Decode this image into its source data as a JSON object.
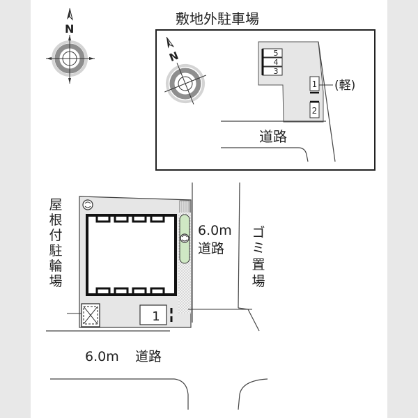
{
  "offsite_parking": {
    "title": "敷地外駐車場",
    "spaces": [
      "5",
      "4",
      "3"
    ],
    "kei_spaces": [
      "1",
      "2"
    ],
    "kei_label": "(軽)",
    "road_label": "道路"
  },
  "compass": {
    "north_label": "N"
  },
  "site": {
    "roof_bicycle_label": [
      "屋",
      "根",
      "付",
      "駐",
      "輪",
      "場"
    ],
    "garbage_label": [
      "ゴ",
      "ミ",
      "置",
      "場"
    ],
    "east_road": {
      "width": "6.0m",
      "name": "道路"
    },
    "south_road": {
      "width": "6.0m",
      "name": "道路"
    },
    "onsite_space": "1"
  },
  "colors": {
    "lot_fill": "#e6e6e6",
    "green": "#cfe8c4",
    "compass_ring": "#8e8e8e"
  }
}
